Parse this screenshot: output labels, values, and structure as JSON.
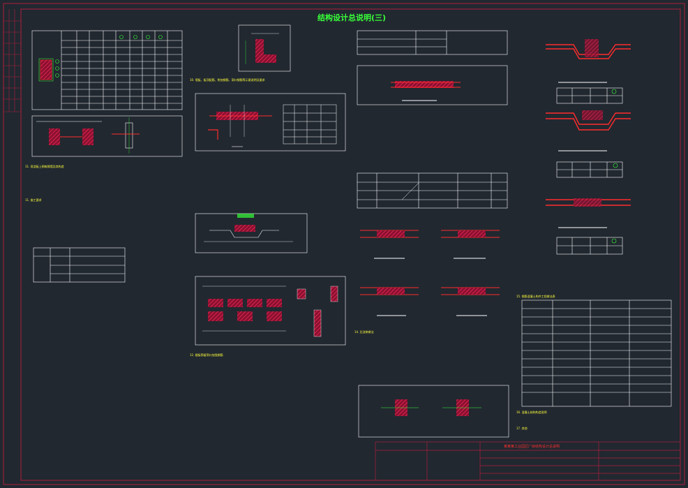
{
  "drawing": {
    "title": "结构设计总说明(三)",
    "section_labels": [
      {
        "id": "s10",
        "text": "10. 墙板、板顶配筋、附加钢筋、洞口钢筋等示意说明及要求"
      },
      {
        "id": "s11a",
        "text": "11. 现浇板上砌筑隔墙及其构造"
      },
      {
        "id": "s11b",
        "text": "11. 施工要求"
      },
      {
        "id": "s12",
        "text": "12. 楼板预留洞口加强钢筋"
      },
      {
        "id": "s14",
        "text": "14. 后浇带做法"
      },
      {
        "id": "s15",
        "text": "15. 钢筋混凝土构件工程做法表"
      },
      {
        "id": "s16",
        "text": "16. 混凝土结构构造说明"
      },
      {
        "id": "s17",
        "text": "17. 其他"
      }
    ],
    "title_block": {
      "drawing_name": "某某某工业园区厂房结构设计总说明"
    },
    "colors": {
      "background": "#212830",
      "linework": "#ffffff",
      "frame": "#b01e3c",
      "rebar": "#ff2c2c",
      "hatch": "#d0204a",
      "dimension": "#39ff39",
      "annotation": "#ffff3c",
      "leader": "#ff3cff"
    }
  }
}
